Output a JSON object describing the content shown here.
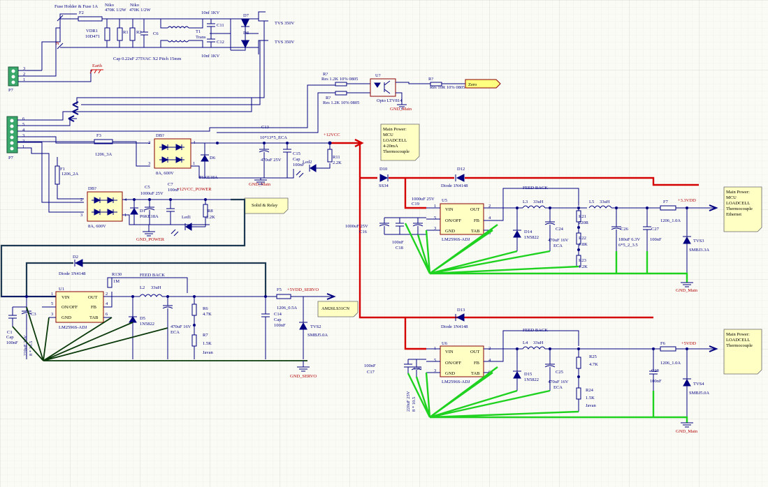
{
  "top": {
    "fuse_holder": "Fuse Holder & Fuse 1A",
    "f2": "F2",
    "niko1": "Niko",
    "niko1_val": "470K 1/2W",
    "niko2": "Niko",
    "niko2_val": "470K 1/2W",
    "vdr1": "VDR1",
    "vdr1_val": "10D471",
    "r1": "R1",
    "r2": "R2",
    "c6": "C6",
    "t1": "T1",
    "t1_type": "Trans",
    "c11": "C11",
    "c12": "C12",
    "c11_val": "10nf 1KV",
    "c12_val": "10nf 1KV",
    "d7": "D7",
    "d8": "D8",
    "tvs1": "TVS 350V",
    "tvs2": "TVS 350V",
    "cap_x2": "Cap 0.22uF 275VAC X2 Pitch 15mm",
    "earth": "Earth",
    "n": "N",
    "p7": "P7",
    "pins3": [
      "3",
      "2",
      "1"
    ],
    "pins6": [
      "6",
      "5",
      "4",
      "3",
      "2",
      "1"
    ],
    "p7b": "P7"
  },
  "opto": {
    "ref": "U?",
    "r_a": "R?",
    "r_a_val": "Res 1.2K 10% 0805",
    "r_b": "R?",
    "r_b_val": "Res 1.2K 10% 0805",
    "name": "Opto LTV814",
    "gnd": "GND_Main",
    "r_c": "R?",
    "r_c_val": "Res 10R 10% 0805",
    "zero": "Zero"
  },
  "bridge1": {
    "f3": "F3",
    "f3_val": "1206_3A",
    "db": "DB?",
    "db_val": "8A, 600V",
    "d6": "D6",
    "d6_val": "P6KE18A",
    "c13": "C13",
    "c13_val": "10*13*5_ECA",
    "cap1": "470uF 25V",
    "c15": "C15",
    "c15_val": "Cap",
    "c15_val2": "100nF",
    "led2": "Led2",
    "r11": "R11",
    "r11_val": "2.2K",
    "gnd": "GND_Main",
    "rail": "+12VCC",
    "pins": [
      "1",
      "2",
      "3",
      "4"
    ]
  },
  "bridge2": {
    "f1": "F1",
    "f1_val": "1206_2A",
    "db": "DB?",
    "db_val": "8A, 600V",
    "c5": "C5",
    "c5_val": "1000uF 25V",
    "c7": "C7",
    "c7_val": "100nF",
    "rail": "+12VCC_POWER",
    "d1": "D1",
    "d1_val": "P6KE18A",
    "r8": "R8",
    "r8_val": "2.2K",
    "led1": "Led1",
    "gnd": "GND_POWER",
    "note": "Solid & Relay",
    "pins": [
      "1",
      "2",
      "3",
      "4"
    ]
  },
  "servo": {
    "d2": "D2",
    "d2_val": "Diode 1N4148",
    "u1": "U1",
    "vin": "VIN",
    "out": "OUT",
    "onoff": "ON/OFF",
    "fb": "FB",
    "gnd": "GND",
    "tab": "TAB",
    "part": "LM2596S-ADJ",
    "r130": "R130",
    "r130_val": "1M",
    "feed": "FEED BACK",
    "l2": "L2",
    "l2_val": "33uH",
    "d5": "D5",
    "d5_val": "1N5822",
    "cap": "470uF 16V",
    "eca": "ECA",
    "r6": "R6",
    "r6_val": "4.7K",
    "r7": "R7",
    "r7_val": "1.5K",
    "r7_type": "Javan",
    "c1": "C1",
    "c1_val": "Cap",
    "c1_val2": "100nF",
    "c3": "C3",
    "c3_val": "220uF 25V",
    "c3_size": "8 * 10.5",
    "f5": "F5",
    "f5_val": "1206_0.5A",
    "rail": "+5VDD_SERVO",
    "c14": "C14",
    "c14_val": "Cap",
    "c14_val2": "100nF",
    "tvs": "TVS2",
    "tvs_val": "SMBJ5.0A",
    "gnd_net": "GND_SERVO",
    "note": "AM26LS31CN",
    "pins": [
      "1",
      "2",
      "3",
      "4",
      "5",
      "6"
    ]
  },
  "main1": {
    "note": [
      "Main Power:",
      "MCU",
      "LOADCELL",
      "4-20mA",
      "Thermocouple"
    ],
    "d10": "D10",
    "d10_val": "SS34",
    "d12": "D12",
    "d12_val": "Diode 1N4148",
    "c19_val": "1000uF 25V",
    "c19": "C19",
    "c16_val": "1000uF 25V",
    "c16": "C16",
    "c18_val": "100nF",
    "c18": "C18",
    "u5": "U5",
    "vin": "VIN",
    "out": "OUT",
    "onoff": "ON/OFF",
    "fb": "FB",
    "gnd": "GND",
    "tab": "TAB",
    "part": "LM2596S-ADJ",
    "feed": "FEED BACK",
    "l3": "L3",
    "l3_val": "33uH",
    "d14": "D14",
    "d14_val": "1N5822",
    "c24": "C24",
    "c24_val": "470uF 16V",
    "eca": "ECA",
    "r21": "R21",
    "r21_val": "220R",
    "r22": "R22",
    "r22_val": "1.8K",
    "r23": "R23",
    "r23_val": "1.2K",
    "l5": "L5",
    "l5_val": "33uH",
    "c26": "C26",
    "c26_val": "180uF 6.3V",
    "c26_size": "6*5_2_3.5",
    "c27": "C27",
    "c27_val": "100nF",
    "f7": "F7",
    "f7_val": "1206_1.0A",
    "rail": "+3.3VDD",
    "tvs": "TVS3",
    "tvs_val": "SMBJ3.3A",
    "gnd_net": "GND_Main",
    "note2": [
      "Main Power:",
      "MCU",
      "LOADCELL",
      "Thermocouple",
      "Ethernet"
    ],
    "pins": [
      "1",
      "2",
      "3",
      "4",
      "5",
      "6"
    ]
  },
  "main2": {
    "d13": "D13",
    "d13_val": "Diode 1N4148",
    "c17_val": "100nF",
    "c17": "C17",
    "c20": "C20",
    "c20_val": "220uF 25V",
    "c20_size": "8 * 10.5",
    "u6": "U6",
    "vin": "VIN",
    "out": "OUT",
    "onoff": "ON/OFF",
    "fb": "FB",
    "gnd": "GND",
    "tab": "TAB",
    "part": "LM2596S-ADJ",
    "feed": "FEED BACK",
    "l4": "L4",
    "l4_val": "33uH",
    "d15": "D15",
    "d15_val": "1N5822",
    "c25": "C25",
    "c25_val": "470uF 16V",
    "eca": "ECA",
    "r25": "R25",
    "r25_val": "4.7K",
    "r24": "R24",
    "r24_val": "1.5K",
    "r24_type": "Javan",
    "c28": "C28",
    "c28_val": "100nF",
    "f6": "F6",
    "f6_val": "1206_1.0A",
    "rail": "+5VDD",
    "tvs": "TVS4",
    "tvs_val": "SMBJ5.0A",
    "gnd_net": "GND_Main",
    "note": [
      "Main Power:",
      "LOADCELL",
      "Thermocouple"
    ],
    "pins": [
      "1",
      "2",
      "3",
      "4",
      "5",
      "6"
    ]
  }
}
